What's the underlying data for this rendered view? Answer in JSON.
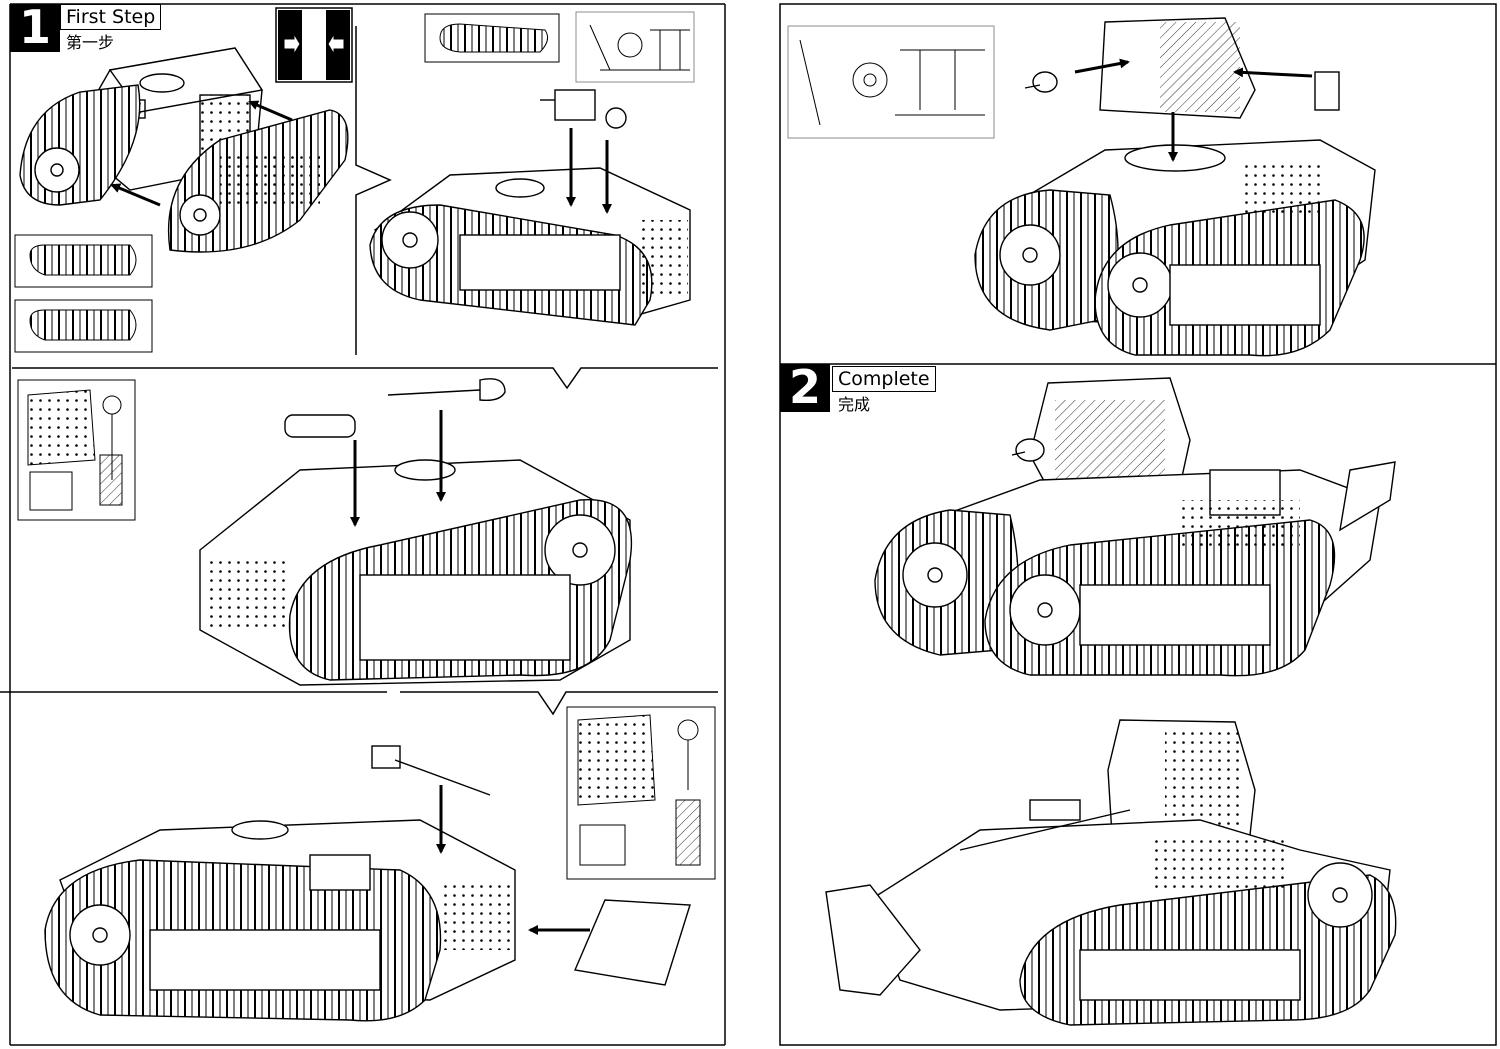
{
  "steps": [
    {
      "number": "1",
      "title": "First Step",
      "subtitle": "第一步"
    },
    {
      "number": "2",
      "title": "Complete",
      "subtitle": "完成"
    }
  ],
  "colors": {
    "ink": "#000000",
    "paper": "#ffffff",
    "grey_frame": "#8c8c8c"
  },
  "icons": {
    "orientation_marker": "flag-icon",
    "insert_arrow": "arrow-icon",
    "parts_sheet": "parts-sheet-icon",
    "tank": "tank-icon"
  }
}
